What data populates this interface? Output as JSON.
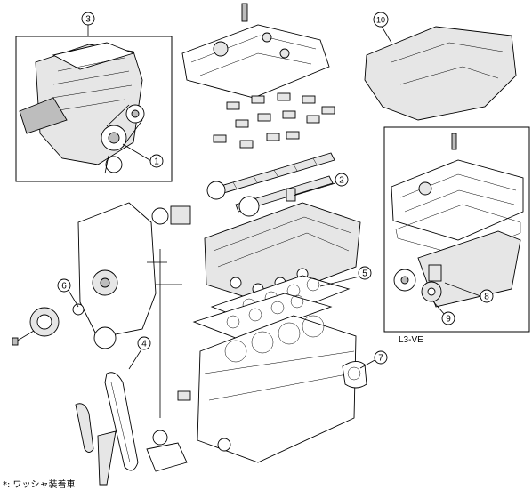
{
  "callouts": [
    {
      "id": "c1",
      "label": "1"
    },
    {
      "id": "c2",
      "label": "2"
    },
    {
      "id": "c3",
      "label": "3"
    },
    {
      "id": "c4",
      "label": "4"
    },
    {
      "id": "c5",
      "label": "5"
    },
    {
      "id": "c6",
      "label": "6"
    },
    {
      "id": "c7",
      "label": "7"
    },
    {
      "id": "c8",
      "label": "8"
    },
    {
      "id": "c9",
      "label": "9"
    },
    {
      "id": "c10",
      "label": "10"
    }
  ],
  "variant_label": "L3-VE",
  "footnote": "*: ワッシャ装着車"
}
